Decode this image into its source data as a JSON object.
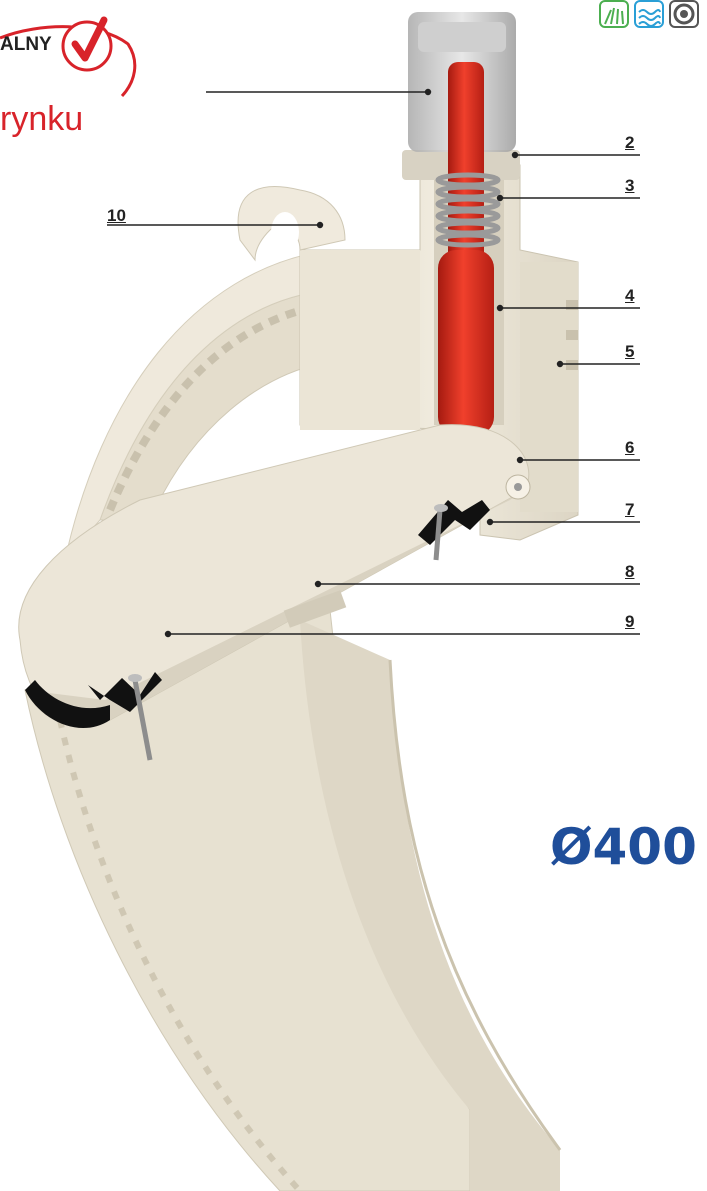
{
  "badge": {
    "line1": "ALNY",
    "line2": "rynku"
  },
  "icons": [
    {
      "name": "sun-rays-icon",
      "color": "#4caf50"
    },
    {
      "name": "water-icon",
      "color": "#2a9fd6"
    },
    {
      "name": "target-icon",
      "color": "#555555"
    }
  ],
  "labels": {
    "l2": "2",
    "l3": "3",
    "l4": "4",
    "l5": "5",
    "l6": "6",
    "l7": "7",
    "l8": "8",
    "l9": "9",
    "l10": "10"
  },
  "diameter": "Ø400",
  "colors": {
    "body": "#ece6d6",
    "piston": "#e32c1e",
    "accent": "#1f4e9a",
    "check": "#d8232a"
  }
}
